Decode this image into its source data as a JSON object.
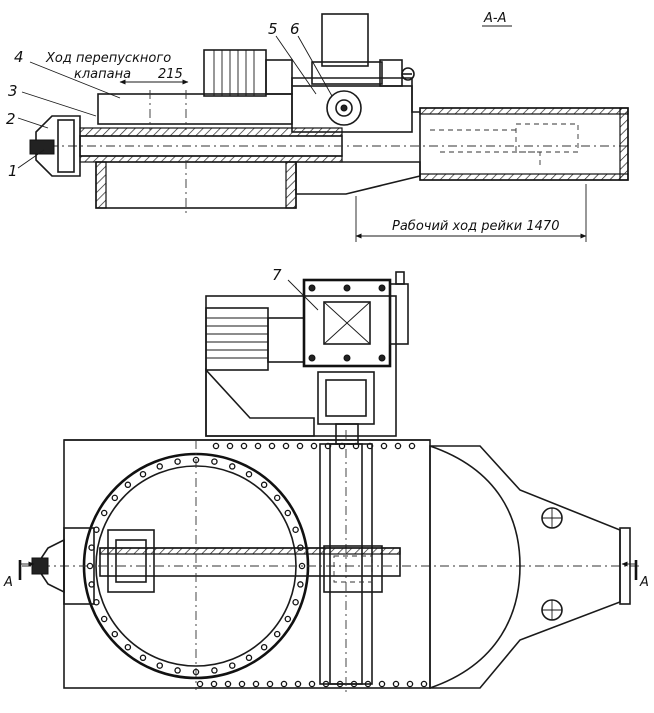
{
  "section_label": "А-А",
  "annotations": {
    "bypass_valve_travel_line1": "Ход перепускного",
    "bypass_valve_travel_line2": "клапана",
    "dim_215": "215",
    "rack_working_stroke": "Рабочий ход рейки 1470",
    "section_arrow_left": "А",
    "section_arrow_right": "А"
  },
  "callouts": [
    "1",
    "2",
    "3",
    "4",
    "5",
    "6",
    "7"
  ]
}
